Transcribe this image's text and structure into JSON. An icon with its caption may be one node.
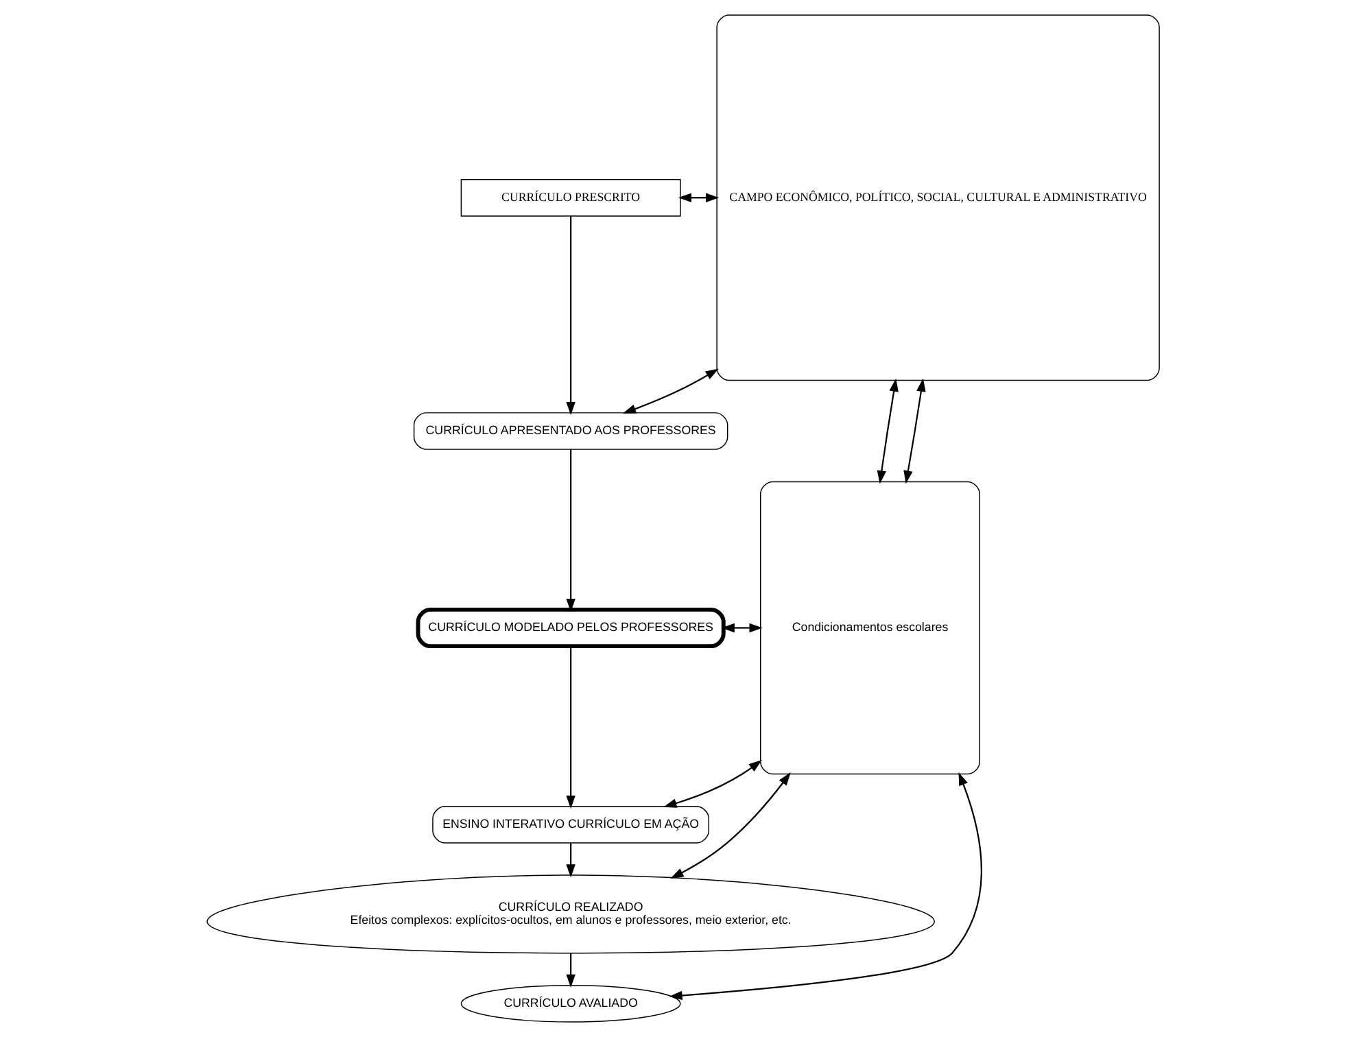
{
  "diagram": {
    "nodes": [
      {
        "text": [
          "CURRÍCULO PRESCRITO"
        ]
      },
      {
        "text": [
          "CURRÍCULO APRESENTADO AOS PROFESSORES"
        ]
      },
      {
        "text": [
          "CURRÍCULO MODELADO PELOS PROFESSORES"
        ]
      },
      {
        "text": [
          "ENSINO INTERATIVO CURRÍCULO EM AÇÃO"
        ]
      },
      {
        "text": [
          "CURRÍCULO REALIZADO",
          "Efeitos complexos: explícitos-ocultos, em alunos e professores, meio exterior, etc."
        ]
      },
      {
        "text": [
          "CURRÍCULO AVALIADO"
        ]
      },
      {
        "text": [
          "Condicionamentos escolares"
        ]
      },
      {
        "text": [
          "CAMPO ECONÔMICO, POLÍTICO, SOCIAL, CULTURAL E ADMINISTRATIVO"
        ]
      }
    ],
    "edges": [
      {
        "from": 0,
        "to": 1,
        "arrow": "to"
      },
      {
        "from": 1,
        "to": 2,
        "arrow": "to"
      },
      {
        "from": 2,
        "to": 3,
        "arrow": "to"
      },
      {
        "from": 3,
        "to": 4,
        "arrow": "to"
      },
      {
        "from": 4,
        "to": 5,
        "arrow": "to"
      },
      {
        "from": 0,
        "to": 7,
        "arrow": "both"
      },
      {
        "from": 1,
        "to": 7,
        "arrow": "both"
      },
      {
        "from": 2,
        "to": 6,
        "arrow": "both"
      },
      {
        "from": 3,
        "to": 6,
        "arrow": "both"
      },
      {
        "from": 4,
        "to": 6,
        "arrow": "both"
      },
      {
        "from": 5,
        "to": 6,
        "arrow": "both"
      },
      {
        "from": 6,
        "to": 7,
        "arrow": "both"
      },
      {
        "from": 6,
        "to": 7,
        "arrow": "both"
      }
    ]
  }
}
